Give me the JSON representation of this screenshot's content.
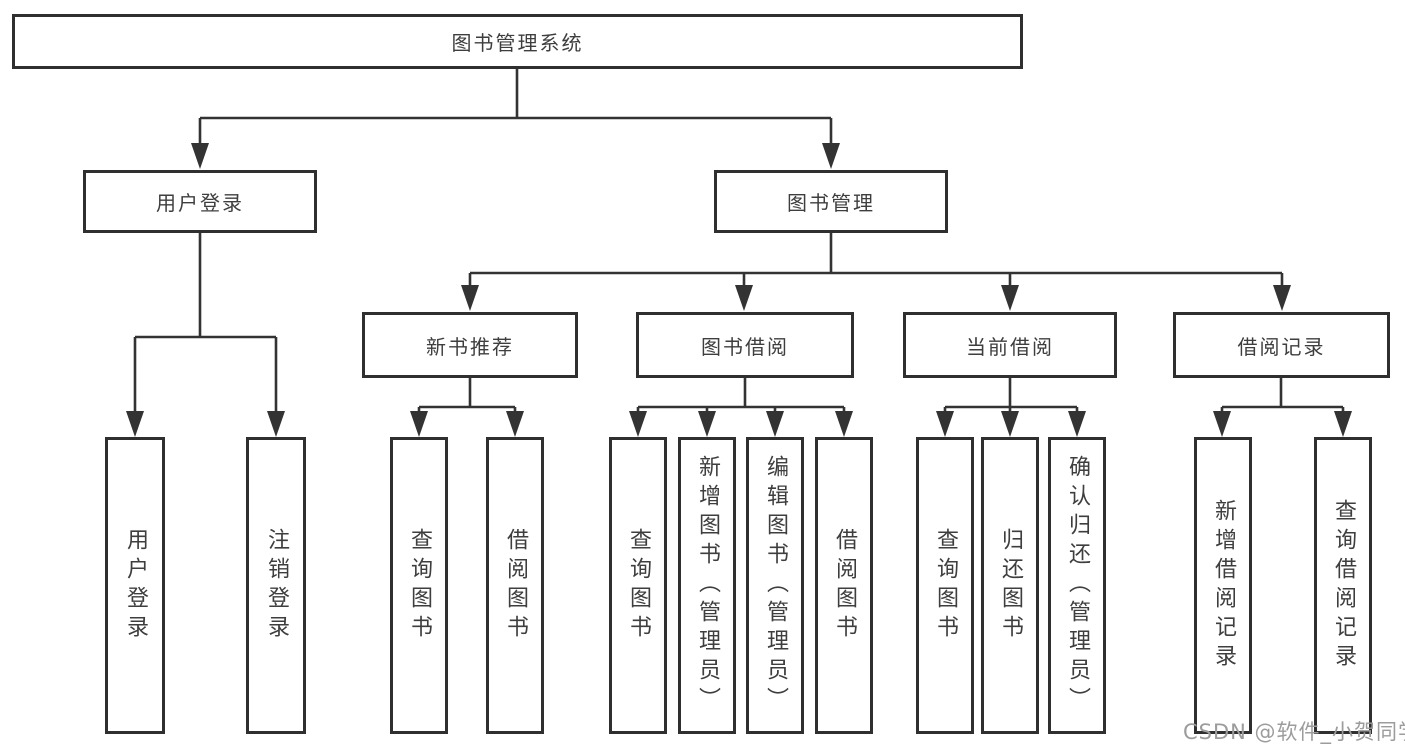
{
  "tree": {
    "root": {
      "label": "图书管理系统"
    },
    "branches": [
      {
        "label": "用户登录",
        "children": [
          {
            "label": "用户登录"
          },
          {
            "label": "注销登录"
          }
        ]
      },
      {
        "label": "图书管理",
        "children": [
          {
            "label": "新书推荐",
            "children": [
              {
                "label": "查询图书"
              },
              {
                "label": "借阅图书"
              }
            ]
          },
          {
            "label": "图书借阅",
            "children": [
              {
                "label": "查询图书"
              },
              {
                "label": "新增图书（管理员）"
              },
              {
                "label": "编辑图书（管理员）"
              },
              {
                "label": "借阅图书"
              }
            ]
          },
          {
            "label": "当前借阅",
            "children": [
              {
                "label": "查询图书"
              },
              {
                "label": "归还图书"
              },
              {
                "label": "确认归还（管理员）"
              }
            ]
          },
          {
            "label": "借阅记录",
            "children": [
              {
                "label": "新增借阅记录"
              },
              {
                "label": "查询借阅记录"
              }
            ]
          }
        ]
      }
    ]
  },
  "watermark": {
    "text": "CSDN @软件_小贺同学"
  },
  "colors": {
    "line": "#333333",
    "text": "#3e3e3e",
    "watermark": "#9c9c9c"
  }
}
